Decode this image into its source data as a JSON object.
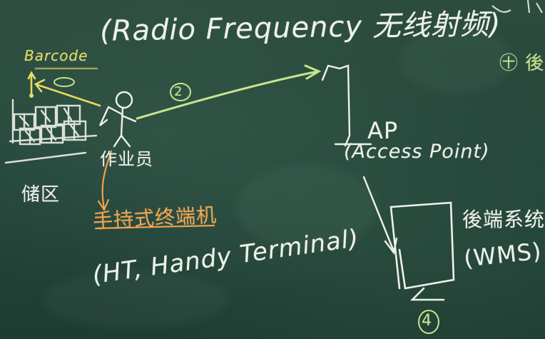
{
  "board": {
    "title": "(Radio Frequency 无线射频)",
    "barcode_label": "Barcode",
    "worker_label": "作业员",
    "area_label": "储区",
    "handheld_cn": "手持式终端机",
    "handheld_en": "(HT, Handy Terminal)",
    "ap_label": "AP",
    "ap_full": "(Access Point)",
    "wms_cn": "後端系统",
    "wms_en": "(WMS)",
    "step_2": "2",
    "step_4": "4",
    "step_3_partial": "㊉ 後",
    "colors": {
      "chalk_white": "#eef1ea",
      "chalk_yellow": "#e7dc62",
      "chalk_orange": "#f2a24a",
      "chalk_green": "#c7e58a",
      "board_green": "#2c4d3e"
    }
  }
}
